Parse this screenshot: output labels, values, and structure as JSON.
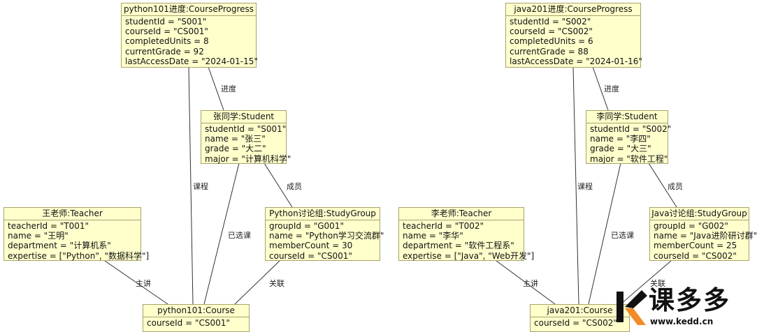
{
  "objects": [
    {
      "id": "p101prog",
      "header": "python101进度:CourseProgress",
      "attrs": [
        "studentId = \"S001\"",
        "courseId = \"CS001\"",
        "completedUnits = 8",
        "currentGrade = 92",
        "lastAccessDate = \"2024-01-15\""
      ]
    },
    {
      "id": "zhang",
      "header": "张同学:Student",
      "attrs": [
        "studentId = \"S001\"",
        "name = \"张三\"",
        "grade = \"大二\"",
        "major = \"计算机科学\""
      ]
    },
    {
      "id": "wang",
      "header": "王老师:Teacher",
      "attrs": [
        "teacherId = \"T001\"",
        "name = \"王明\"",
        "department = \"计算机系\"",
        "expertise = [\"Python\", \"数据科学\"]"
      ]
    },
    {
      "id": "pygroup",
      "header": "Python讨论组:StudyGroup",
      "attrs": [
        "groupId = \"G001\"",
        "name = \"Python学习交流群\"",
        "memberCount = 30",
        "courseId = \"CS001\""
      ]
    },
    {
      "id": "p101",
      "header": "python101:Course",
      "attrs": [
        "courseId = \"CS001\""
      ]
    },
    {
      "id": "j201prog",
      "header": "java201进度:CourseProgress",
      "attrs": [
        "studentId = \"S002\"",
        "courseId = \"CS002\"",
        "completedUnits = 6",
        "currentGrade = 88",
        "lastAccessDate = \"2024-01-16\""
      ]
    },
    {
      "id": "li",
      "header": "李同学:Student",
      "attrs": [
        "studentId = \"S002\"",
        "name = \"李四\"",
        "grade = \"大三\"",
        "major = \"软件工程\""
      ]
    },
    {
      "id": "lit",
      "header": "李老师:Teacher",
      "attrs": [
        "teacherId = \"T002\"",
        "name = \"李华\"",
        "department = \"软件工程系\"",
        "expertise = [\"Java\", \"Web开发\"]"
      ]
    },
    {
      "id": "jgroup",
      "header": "Java讨论组:StudyGroup",
      "attrs": [
        "groupId = \"G002\"",
        "name = \"Java进阶研讨群\"",
        "memberCount = 25",
        "courseId = \"CS002\""
      ]
    },
    {
      "id": "j201",
      "header": "java201:Course",
      "attrs": [
        "courseId = \"CS002\""
      ]
    }
  ],
  "links": [
    {
      "from": "p101prog",
      "to": "zhang",
      "label": "进度"
    },
    {
      "from": "p101prog",
      "to": "p101",
      "label": "课程"
    },
    {
      "from": "zhang",
      "to": "p101",
      "label": "已选课"
    },
    {
      "from": "zhang",
      "to": "pygroup",
      "label": "成员"
    },
    {
      "from": "wang",
      "to": "p101",
      "label": "主讲"
    },
    {
      "from": "pygroup",
      "to": "p101",
      "label": "关联"
    },
    {
      "from": "j201prog",
      "to": "li",
      "label": "进度"
    },
    {
      "from": "j201prog",
      "to": "j201",
      "label": "课程"
    },
    {
      "from": "li",
      "to": "j201",
      "label": "已选课"
    },
    {
      "from": "li",
      "to": "jgroup",
      "label": "成员"
    },
    {
      "from": "lit",
      "to": "j201",
      "label": "主讲"
    },
    {
      "from": "jgroup",
      "to": "j201",
      "label": "关联"
    }
  ],
  "watermark": {
    "brand": "课多多",
    "url": "www.kedd.cn"
  }
}
